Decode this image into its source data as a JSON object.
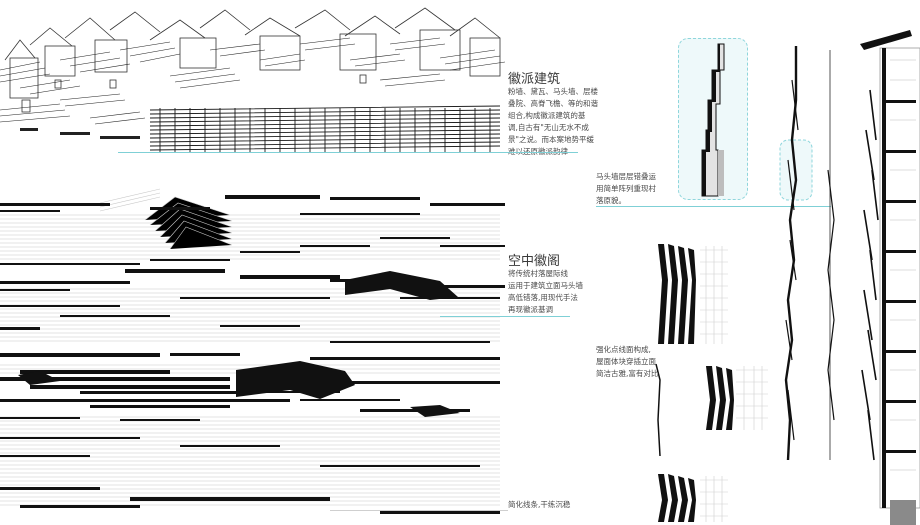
{
  "sections": {
    "huipai": {
      "title": "徽派建筑",
      "body": "粉墙、黛瓦、马头墙、层楼\n叠院、高脊飞檐、等的和谐\n组合,构成徽派建筑的基\n调,自古有\"无山无水不成\n景\"之说。而本案地势平缓\n难以还原徽派韵律"
    },
    "matouqiang_note": {
      "body": "马头墙层层错叠运\n用简单阵列重现村\n落原貌。"
    },
    "kongzhong": {
      "title": "空中徽阁",
      "body": "将传统村落屋际线\n运用于建筑立面马头墙\n高低错落,用现代手法\n再现徽派基调"
    },
    "qianghua_note": {
      "body": "强化点线面构成,\n屋面体块穿插立面\n简洁古雅,富有对比"
    },
    "jianhua_note": {
      "body": "简化线条,干练沉稳"
    }
  },
  "colors": {
    "accent": "#7fd0d6",
    "ink": "#111111",
    "text": "#4a4a4a"
  }
}
